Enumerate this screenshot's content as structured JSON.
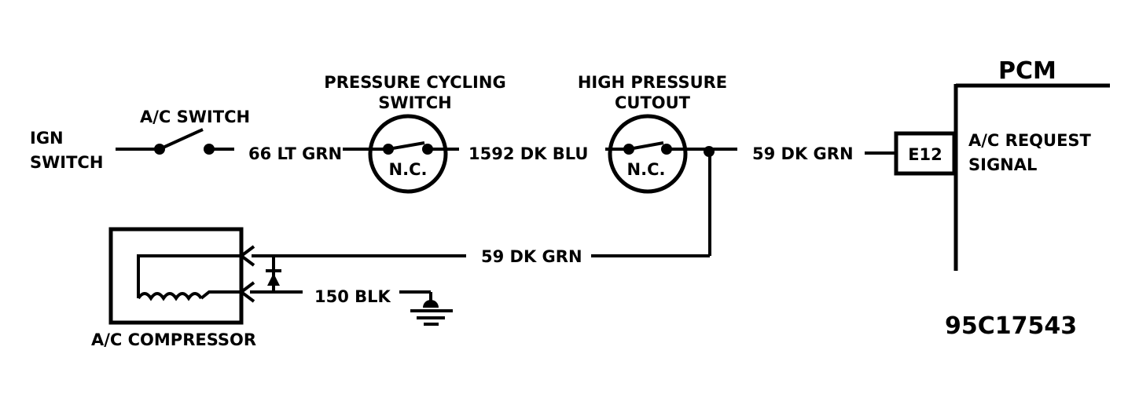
{
  "labels": {
    "ign_switch_line1": "IGN",
    "ign_switch_line2": "SWITCH",
    "ac_switch": "A/C SWITCH",
    "pressure_cycling_line1": "PRESSURE CYCLING",
    "pressure_cycling_line2": "SWITCH",
    "high_pressure_line1": "HIGH PRESSURE",
    "high_pressure_line2": "CUTOUT",
    "nc_1": "N.C.",
    "nc_2": "N.C.",
    "pcm": "PCM",
    "connector": "E12",
    "ac_request_line1": "A/C REQUEST",
    "ac_request_line2": "SIGNAL",
    "ac_compressor": "A/C COMPRESSOR",
    "figure_id": "95C17543"
  },
  "wires": {
    "w66": "66 LT GRN",
    "w1592": "1592 DK BLU",
    "w59_top": "59 DK GRN",
    "w59_bottom": "59 DK GRN",
    "w150": "150 BLK"
  }
}
